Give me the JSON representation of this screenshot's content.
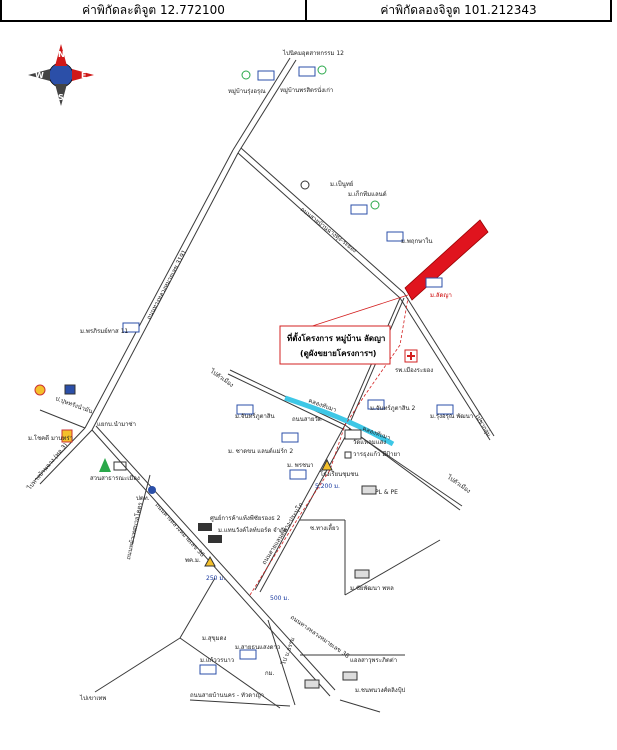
{
  "header": {
    "latitude": "ค่าพิกัดละติจูต 12.772100",
    "longitude": "ค่าพิกัดลองจิจูต 101.212343"
  },
  "compass": {
    "n": "N",
    "s": "S",
    "e": "E",
    "w": "W"
  },
  "project": {
    "line1": "ที่ตั้งโครงการ หมู่บ้าน ลัดญา",
    "line2": "(ดูผังขยายโครงการฯ)"
  },
  "labels": {
    "top_road_12": "ไปนิคมอุตสาหกรรม 12",
    "village_3": "หมู่บ้านพรสิตรนั่งเก่า",
    "village_2": "หมู่บ้านรุ่งอรุณ",
    "moo_top1": "ม.เป็นูทย์",
    "moo_top2": "ม.เก็กทีมแลนด์",
    "road_diag": "ถนนสายบ้านฉางทุ่ง-ระยอง",
    "moo_bang": "ม.พฤกษาใน",
    "site_label": "ม.ลัดญา",
    "moo_prakan": "ม.พรภิรมย์ทาส 11",
    "main_road": "ถนนทางหลวงหมายเลข 3191",
    "shell_label": "ป.ปุษทรังนำมัน",
    "chokdee": "ม.โชคดี มานทร่า",
    "to_ban_chang": "ไปทางบ้านฉาง (ทล.3)",
    "intersection": "แยกบ.นำมาซ่า",
    "park": "สวนสาธารณะเมือง",
    "ptt": "ปตท.",
    "to_left": "ไปตัวเมือง",
    "chinnaket": "ม.จันทร์ภูตาสิน",
    "hospital": "รพ.เมืองระยอง",
    "chinnaket2": "ม.จันทร์ภูตาสิน 2",
    "rung_aroon": "ม.รุ่งอรุณ พัฒนา",
    "canal1": "คลองทับมา",
    "canal2": "คลองทับมา",
    "temple_road": "ถนนสายวัด",
    "school": "โรงเรียนชุมชน",
    "wat_label": "วัดแหลมแสง",
    "kaew_label": "วารธุงแก้ว มีป้ายา",
    "lop_buri": "ม. ซาดขน แลนด์แม่ร์ก 2",
    "prachan": "ม. พรชนา",
    "pl": "PL & PE",
    "dist1": "5,200 ม.",
    "kiosk": "ร้านค้าชุมชน",
    "to_right": "ไปตัวเมือง",
    "main_road2": "ถนนทางหลวงหมายเลข 36",
    "apartment1": "ศูนย์การค้าแท้งพีซัยรองธ 2",
    "apartment2": "ม.แทนวังค์ไลท์บอร์ด จำกัด",
    "dist_left": "พค.ม.",
    "soi": "ซ.ทางเลี้ยว",
    "road_bottom": "ถนนสายแลนด์ทาง-ประบุโภ",
    "moo_chai": "ม.ชัยพัฒนา พหล",
    "dist2": "250 ม.",
    "dist3": "500 ม.",
    "moo_pakc": "ม.สุขุมดง",
    "moo_rat": "ม.สายธนแสงดาว",
    "moo_kaew": "ม.แก้ววรนาว",
    "bldg_bottom": "แอลสาวุพระภิตต่า",
    "bldg_bottom2": "ม.ชนพนวงศ์ตลิงปุ้ป",
    "to_bottom_left": "ไปเขาเทพ",
    "road_ban": "ถนนสายบ้านนคร - ทัวดาญ่า",
    "km": "กม.",
    "to_bottom": "ไป บ.ธรรม",
    "left_road": "ถนนหน้าเทศบาลโคตร",
    "right_label": "ไปชากลุ่ม",
    "bottom_road_r": "ถนนทางหลวงหมายเลข 36"
  },
  "colors": {
    "site": "#e0141e",
    "canal": "#3ec7e6",
    "road": "#3a3a3a",
    "route": "#d32020",
    "green_marker": "#2aa84a"
  }
}
